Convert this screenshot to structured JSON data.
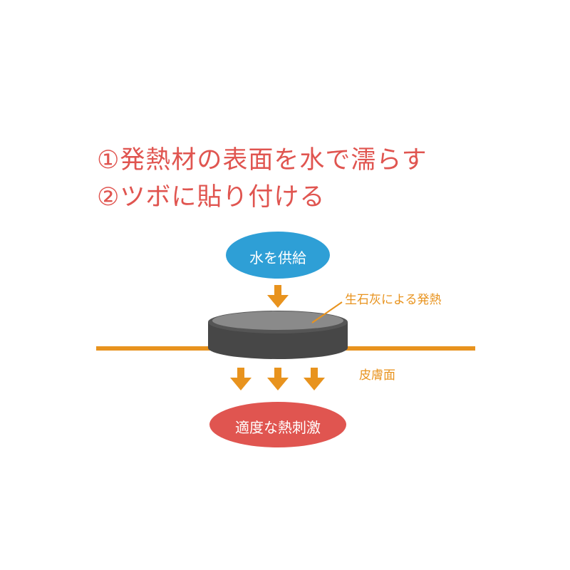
{
  "title_lines": [
    "①発熱材の表面を水で濡らす",
    "②ツボに貼り付ける"
  ],
  "diagram": {
    "water_label": "水を供給",
    "heat_label": "生石灰による発熱",
    "skin_label": "皮膚面",
    "result_label": "適度な熱刺激"
  },
  "colors": {
    "title": "#e05550",
    "blue": "#2e9fd6",
    "orange": "#e8931e",
    "red": "#e05550",
    "disk": "#444444"
  }
}
